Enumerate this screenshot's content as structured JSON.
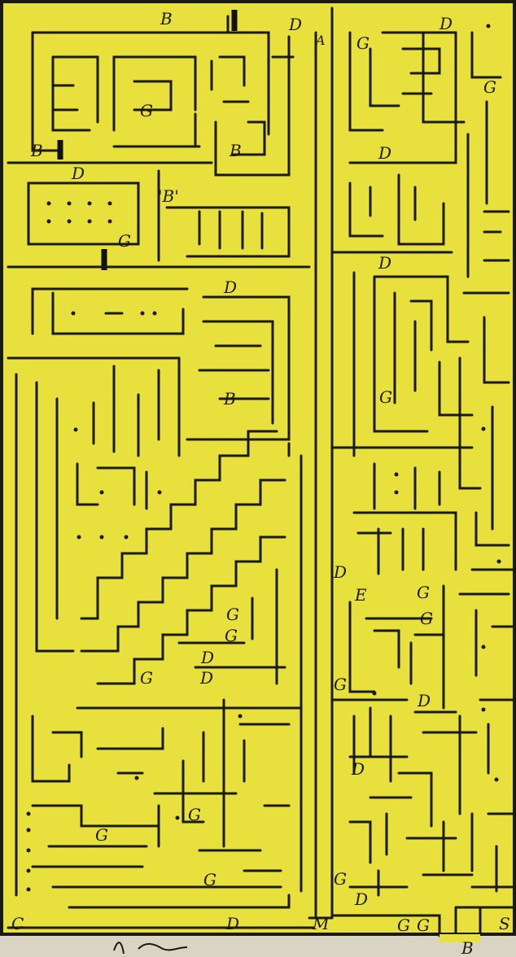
{
  "colors": {
    "floor": "#e8e03c",
    "paper": "#d9d4c4",
    "ink": "#1a1a14"
  },
  "labels": {
    "b_top": "B",
    "d_top_left": "D",
    "a_label": "A",
    "g_top_left": "G",
    "d_top_right": "D",
    "g_top_right": "G",
    "g_spiral": "G",
    "b_spiral": "B",
    "b_left_edge": "B",
    "d_room": "D",
    "b_quote": "'B'",
    "g_room": "G",
    "d_right_1": "D",
    "d_right_2": "D",
    "d_mid": "D",
    "b_mid": "B",
    "g_right_mid": "G",
    "d_center": "D",
    "e_label": "E",
    "g_e_1": "G",
    "g_e_2": "G",
    "g_stair_1": "G",
    "g_stair_2": "G",
    "d_stair_1": "D",
    "g_left_low": "G",
    "d_stair_2": "D",
    "g_mid_low": "G",
    "d_low_right": "D",
    "d_lower_mid": "D",
    "g_bottom_1": "G",
    "g_bottom_2": "G",
    "g_bottom_3": "G",
    "g_bottom_4": "G",
    "d_bottom_mid": "D",
    "c_label": "C",
    "d_bottom": "D",
    "m_label": "M",
    "g_gate_1": "G",
    "g_gate_2": "G",
    "b_bottom": "B",
    "s_label": "S"
  }
}
